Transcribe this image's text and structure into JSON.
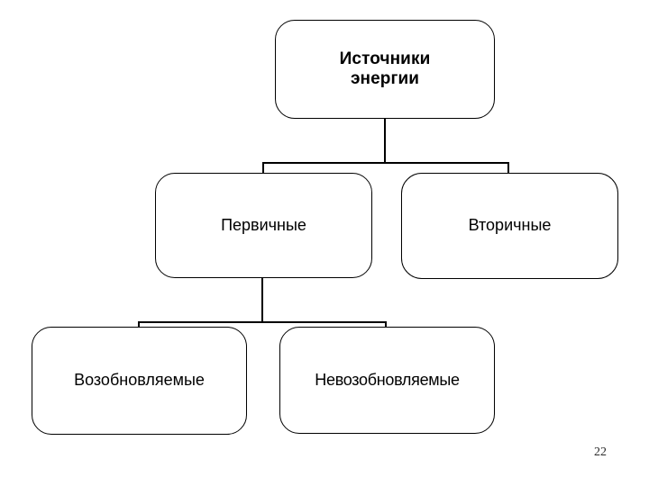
{
  "slide": {
    "page_number": "22",
    "background_color": "#ffffff",
    "line_color": "#000000",
    "text_color": "#000000"
  },
  "diagram": {
    "type": "hierarchy-tree",
    "title": "Источники энергии",
    "nodes": [
      {
        "id": "root",
        "label": "Источники\nэнергии",
        "level": 1,
        "bold": true
      },
      {
        "id": "primary",
        "label": "Первичные",
        "level": 2,
        "bold": false
      },
      {
        "id": "secondary",
        "label": "Вторичные",
        "level": 2,
        "bold": false
      },
      {
        "id": "renewable",
        "label": "Возобновляемые",
        "level": 3,
        "bold": false
      },
      {
        "id": "nonrenewable",
        "label": "Невозобновляемые",
        "level": 3,
        "bold": false
      }
    ],
    "edges": [
      {
        "from": "root",
        "to": "primary"
      },
      {
        "from": "root",
        "to": "secondary"
      },
      {
        "from": "primary",
        "to": "renewable"
      },
      {
        "from": "primary",
        "to": "nonrenewable"
      }
    ]
  }
}
